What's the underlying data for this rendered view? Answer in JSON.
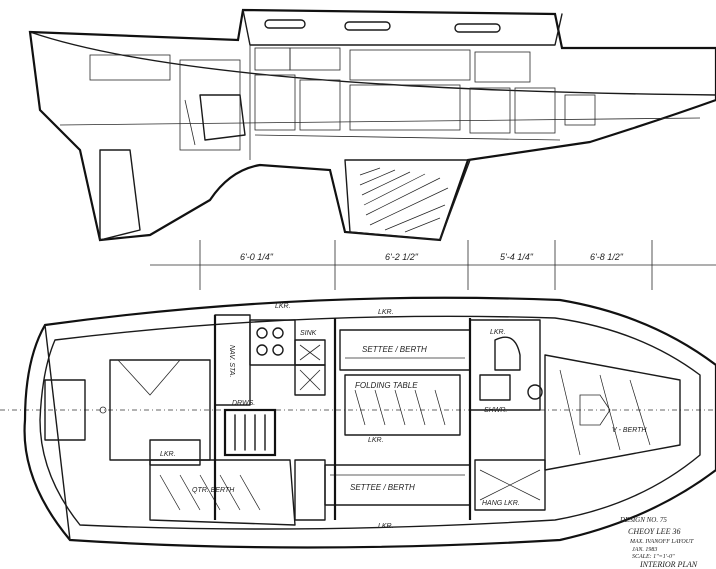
{
  "profile": {
    "name": "inboard-profile"
  },
  "dimensions": [
    "6'-0 1/4\"",
    "6'-2 1/2\"",
    "5'-4 1/4\"",
    "6'-8 1/2\""
  ],
  "plan_labels": {
    "lkr_top": "LKR.",
    "lkr_top2": "LKR.",
    "lkr_right": "LKR.",
    "lkr_left": "LKR.",
    "lkr_bottom": "LKR.",
    "settee_berth_top": "SETTEE / BERTH",
    "settee_berth_bottom": "SETTEE / BERTH",
    "folding_table": "FOLDING TABLE",
    "lkr_table": "LKR.",
    "shwr": "SHWR.",
    "v_berth": "V - BERTH",
    "qtr_berth": "QTR. BERTH",
    "hang_lkr": "HANG LKR.",
    "nav_sta": "NAV. STA.",
    "sink": "SINK",
    "drws": "DRWS."
  },
  "title_block": {
    "line1": "DESIGN NO. 75",
    "line2": "CHEOY LEE 36",
    "line3": "MAX. IVANOFF LAYOUT",
    "line4": "JAN. 1983",
    "line5": "SCALE: 1\"=1'-0\"",
    "line6": "INTERIOR PLAN"
  }
}
